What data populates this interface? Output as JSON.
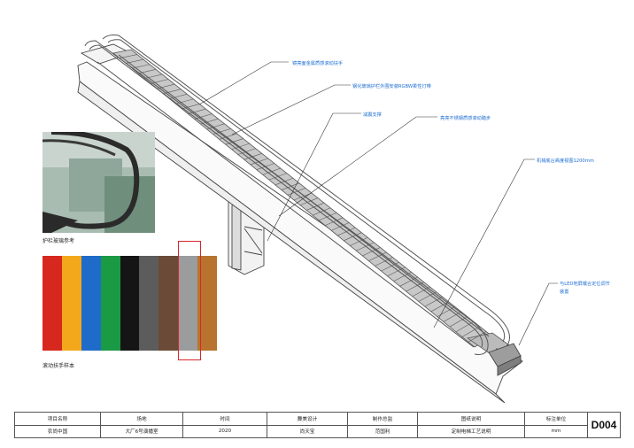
{
  "callouts": [
    "镜亮面金属质感滚动扶手",
    "钢化玻璃护栏外围安装RGBW柔性灯带",
    "减震支撑",
    "亮亮不锈钢质感滚动踏步",
    "机械底台高度视图1200mm",
    "与LED地屏镶合定位调节",
    "装置"
  ],
  "captions": {
    "railing_glass_ref": "护栏玻璃参考",
    "handrail_samples": "滚动扶手样本"
  },
  "swatches": [
    "#d6281f",
    "#f3a81c",
    "#1f6bc9",
    "#1a9a45",
    "#151515",
    "#5c5c5c",
    "#6b4a38",
    "#9a9c9e",
    "#b8742e"
  ],
  "title_block": {
    "columns": [
      {
        "header": "项目名称",
        "value": "农尚中国"
      },
      {
        "header": "场地",
        "value": "大厂6号演播室"
      },
      {
        "header": "时间",
        "value": "2020"
      },
      {
        "header": "舞美设计",
        "value": "尚天宝"
      },
      {
        "header": "制作总监",
        "value": "范国利"
      },
      {
        "header": "图纸说明",
        "value": "定制电梯工艺说明"
      },
      {
        "header": "标注单位",
        "value": "mm"
      }
    ],
    "drawing_number": "D004"
  }
}
